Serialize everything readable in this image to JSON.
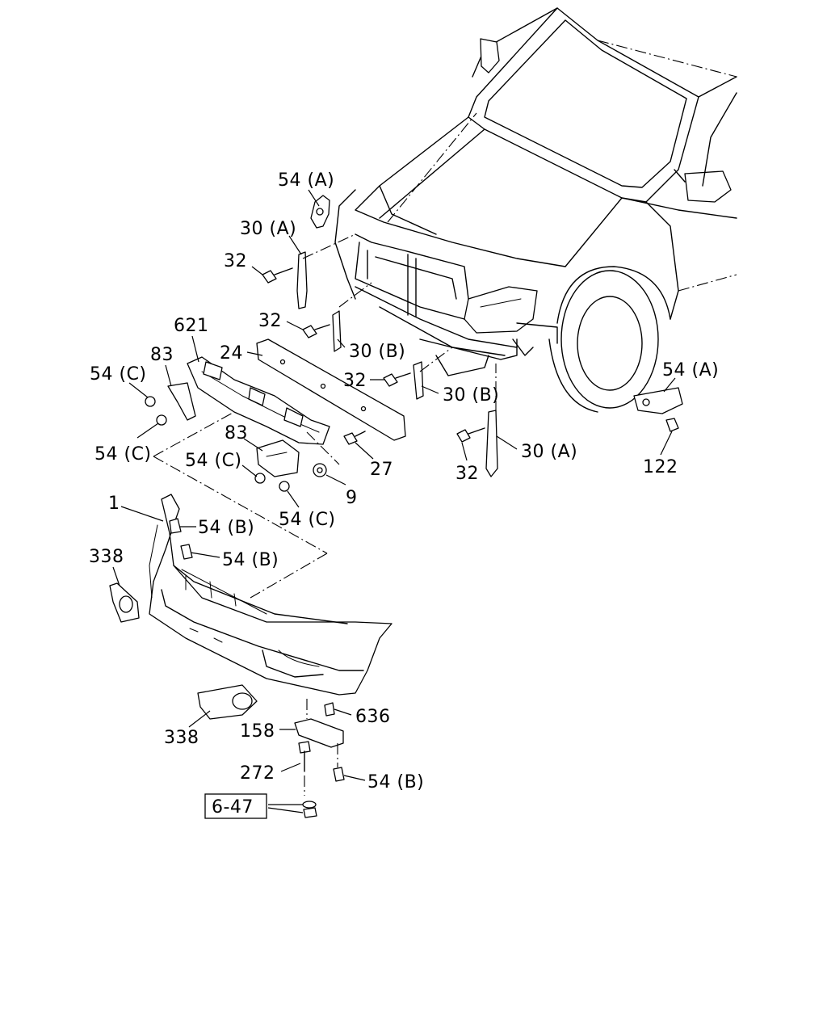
{
  "diagram": {
    "callouts": {
      "c54a_top": "54 (A)",
      "c30a_top": "30 (A)",
      "c32_a": "32",
      "c32_b": "32",
      "c621": "621",
      "c24": "24",
      "c83_left": "83",
      "c54c_left_top": "54 (C)",
      "c54c_left_bot": "54 (C)",
      "c30b_upper": "30 (B)",
      "c32_c": "32",
      "c30b_lower": "30 (B)",
      "c54a_right": "54 (A)",
      "c122": "122",
      "c32_d": "32",
      "c30a_lower": "30 (A)",
      "c27": "27",
      "c9": "9",
      "c83_mid": "83",
      "c54c_mid": "54 (C)",
      "c54c_mid_low": "54 (C)",
      "c1": "1",
      "c54b_a": "54 (B)",
      "c54b_b": "54 (B)",
      "c338_left": "338",
      "c338_bottom": "338",
      "c636": "636",
      "c158": "158",
      "c272": "272",
      "c54b_c": "54 (B)",
      "ref_box": "6-47"
    }
  }
}
